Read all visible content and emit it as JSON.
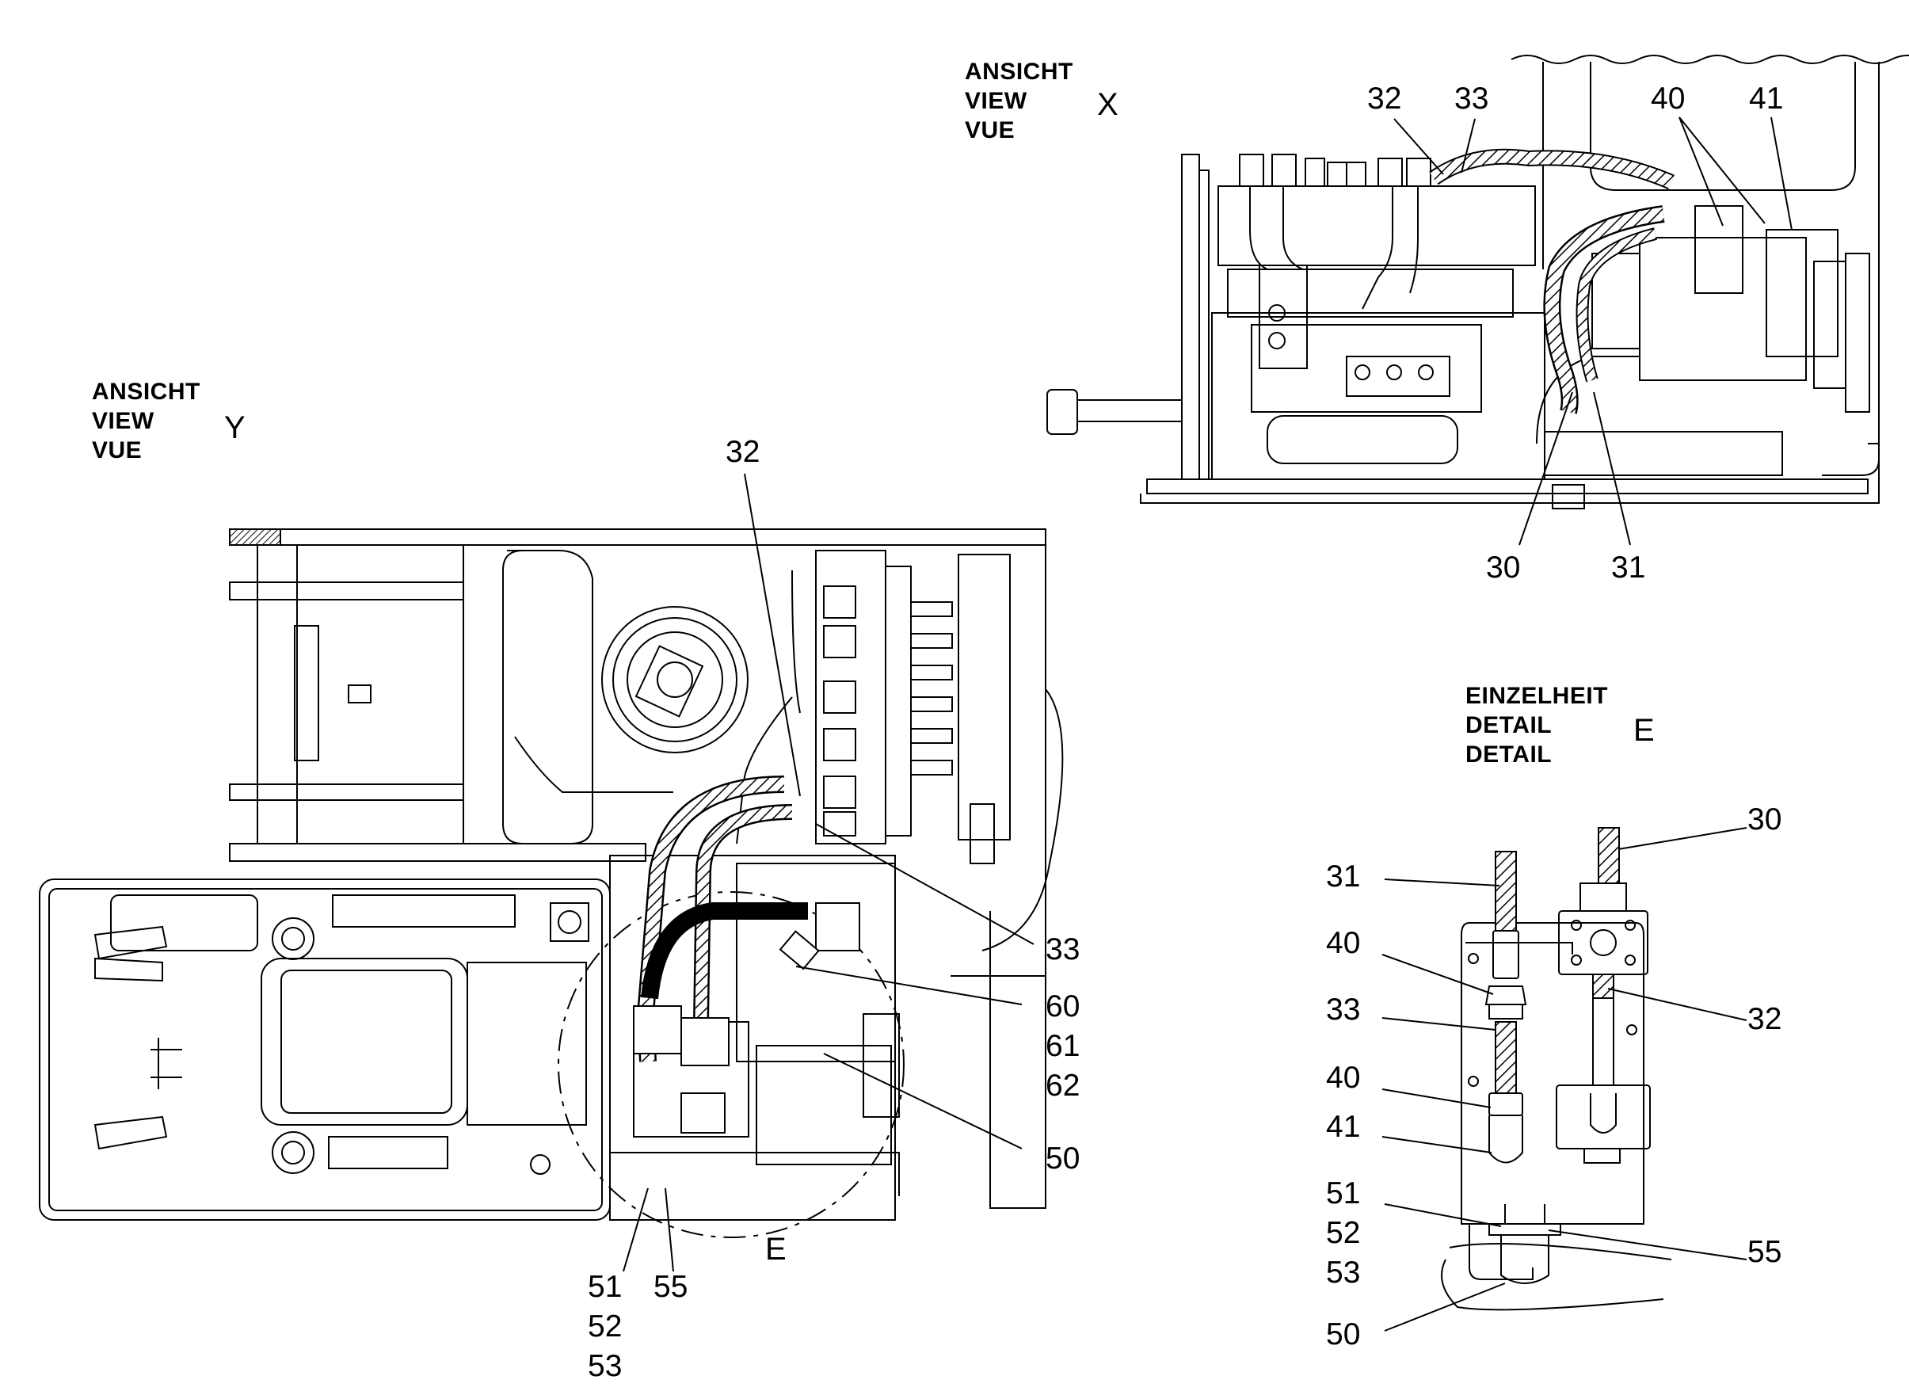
{
  "views": {
    "x": {
      "lines": [
        "ANSICHT",
        "VIEW",
        "VUE"
      ],
      "letter": "X"
    },
    "y": {
      "lines": [
        "ANSICHT",
        "VIEW",
        "VUE"
      ],
      "letter": "Y"
    },
    "e": {
      "lines": [
        "EINZELHEIT",
        "DETAIL",
        "DETAIL"
      ],
      "letter": "E"
    }
  },
  "detail_circle_label": "E",
  "callouts": {
    "view_x": {
      "c32": "32",
      "c33": "33",
      "c40": "40",
      "c41": "41",
      "c30": "30",
      "c31": "31"
    },
    "view_y": {
      "c32": "32",
      "c33": "33",
      "c60": "60",
      "c61": "61",
      "c62": "62",
      "c50": "50",
      "c51": "51",
      "c52": "52",
      "c53": "53",
      "c55": "55"
    },
    "detail_e": {
      "c31": "31",
      "c30": "30",
      "c40a": "40",
      "c33": "33",
      "c32": "32",
      "c40b": "40",
      "c41": "41",
      "c51": "51",
      "c52": "52",
      "c53": "53",
      "c55": "55",
      "c50": "50"
    }
  },
  "colors": {
    "ink": "#000000",
    "paper": "#ffffff",
    "hose": "#1a1a1a"
  }
}
